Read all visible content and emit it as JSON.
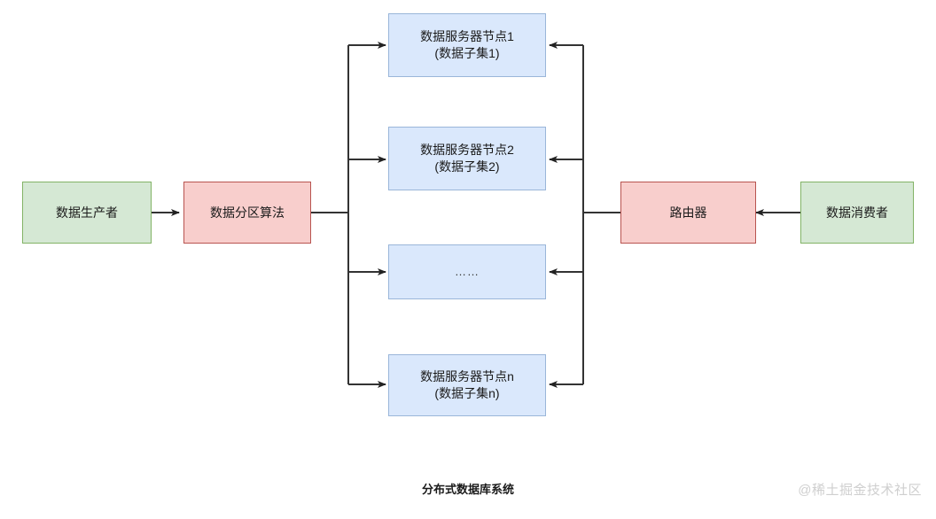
{
  "diagram": {
    "caption": "分布式数据库系统",
    "watermark": "@稀土掘金技术社区",
    "colors": {
      "green_fill": "#d5e8d4",
      "green_stroke": "#82b366",
      "red_fill": "#f8cecc",
      "red_stroke": "#b85450",
      "blue_fill": "#dae8fc",
      "blue_stroke": "#9ab6d9",
      "edge_stroke": "#333333",
      "background": "#ffffff",
      "watermark_color": "#cfcfcf"
    },
    "nodes": {
      "producer": "数据生产者",
      "partition_algorithm": "数据分区算法",
      "server_node_1": "数据服务器节点1\n(数据子集1)",
      "server_node_2": "数据服务器节点2\n(数据子集2)",
      "server_node_more": "……",
      "server_node_n": "数据服务器节点n\n(数据子集n)",
      "router": "路由器",
      "consumer": "数据消费者"
    }
  }
}
